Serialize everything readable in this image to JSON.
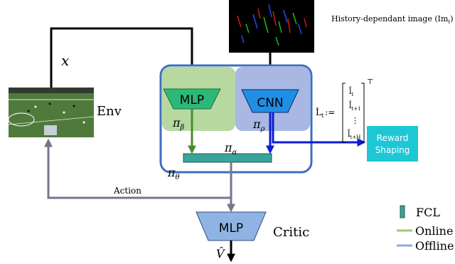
{
  "history_image": {
    "label": "History-dependant image (Im",
    "label_sub": "t",
    "label_end": ")"
  },
  "env": {
    "label": "Env"
  },
  "x_label": "x",
  "policy": {
    "mlp_label": "MLP",
    "cnn_label": "CNN",
    "pi_beta": "π",
    "pi_beta_sub": "β",
    "pi_rho": "π",
    "pi_rho_sub": "ρ",
    "pi_alpha": "π",
    "pi_alpha_sub": "α",
    "pi_theta": "π",
    "pi_theta_sub": "θ"
  },
  "prediction": {
    "lhs": "L̂",
    "lhs_sub": "t",
    "assign": ":=",
    "rows": [
      "l̂",
      "l̂",
      "⋮",
      "l̂"
    ],
    "row_subs": [
      "t",
      "t+1",
      "",
      "t+H"
    ],
    "transpose": "⊤"
  },
  "reward": {
    "line1": "Reward",
    "line2": "Shaping"
  },
  "action_label": "Action",
  "critic": {
    "mlp_label": "MLP",
    "label": "Critic",
    "output": "V̂"
  },
  "legend": {
    "fcl": "FCL",
    "online": "Online",
    "offline": "Offline"
  },
  "colors": {
    "mlp_bg": "#b7d9a0",
    "mlp_block": "#2db87a",
    "cnn_bg": "#a8b8e3",
    "cnn_block": "#1f8fe6",
    "container_border": "#3e6fbf",
    "fcl": "#3aa39a",
    "green_arrow": "#4e8a2e",
    "blue_arrow": "#0c1bd6",
    "reward_box": "#1dc7d6",
    "critic": "#8fb4e3",
    "action_line": "#7a7390",
    "legend_online": "#99cc77",
    "legend_offline": "#8fa9e0"
  }
}
